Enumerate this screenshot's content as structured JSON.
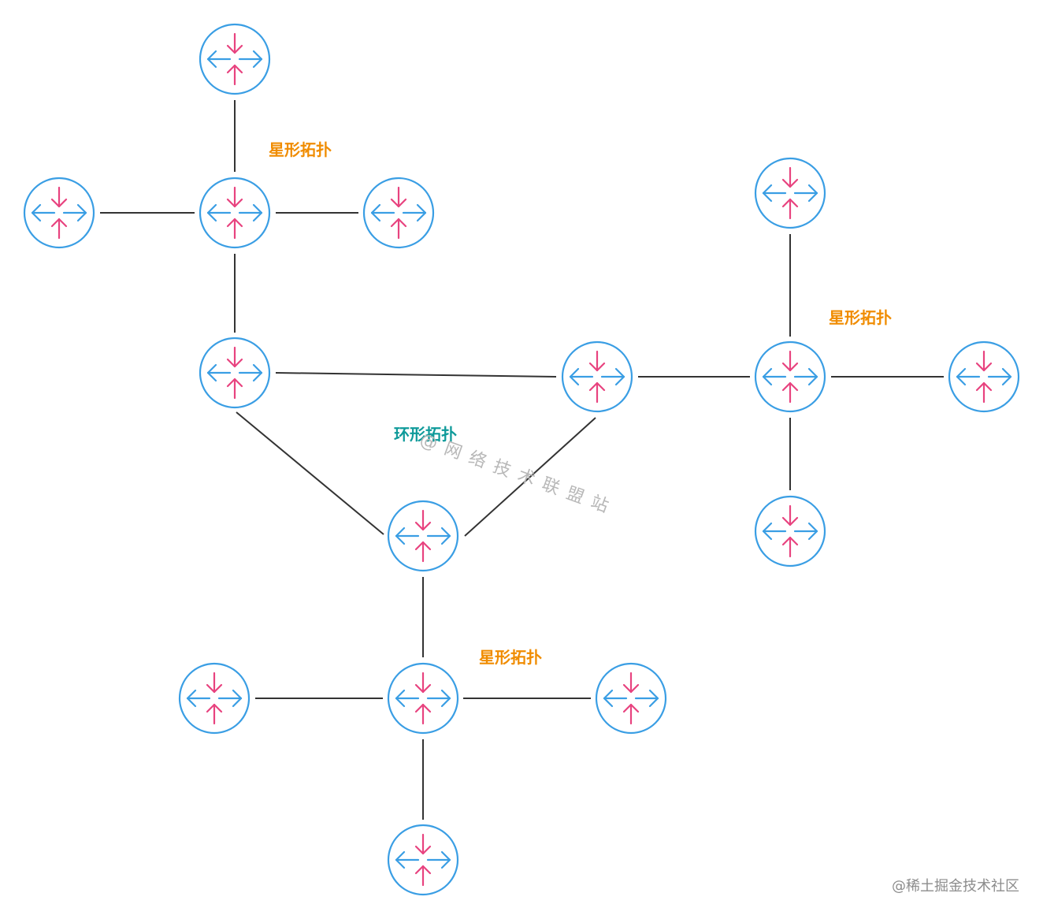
{
  "labels": {
    "star_top": "星形拓扑",
    "star_right": "星形拓扑",
    "star_bottom": "星形拓扑",
    "ring": "环形拓扑"
  },
  "watermark": "@网络技术联盟站",
  "footer": "@稀土掘金技术社区",
  "icon": "router-icon",
  "colors": {
    "router_ring": "#3a9ee4",
    "router_horizontal_arrows": "#3a9ee4",
    "router_vertical_arrows": "#e8437f",
    "link": "#333333",
    "star_label": "#f08c00",
    "ring_label": "#0f9a9a"
  }
}
